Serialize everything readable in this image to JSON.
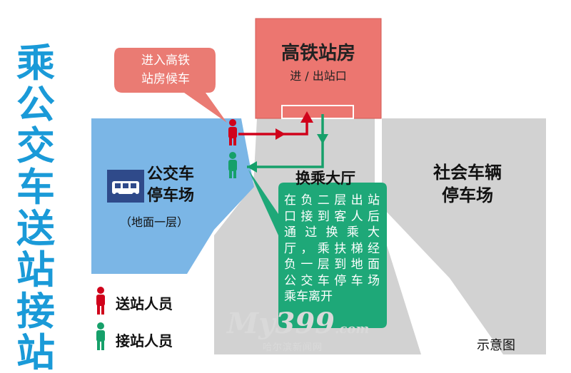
{
  "title_chars": [
    "乘",
    "公",
    "交",
    "车",
    "送",
    "站",
    "接",
    "站"
  ],
  "station": {
    "title": "高铁站房",
    "subtitle": "进 / 出站口"
  },
  "callout_top": {
    "line1": "进入高铁",
    "line2": "站房候车"
  },
  "bus": {
    "line1": "公交车",
    "line2": "停车场",
    "floor": "（地面一层）",
    "icon": "bus-icon"
  },
  "transfer_hall": "换乘大厅",
  "social": {
    "line1": "社会车辆",
    "line2": "停车场"
  },
  "green_note": [
    "在负二层出站",
    "口接到客人后",
    "通过换乘大",
    "厅，乘扶梯经",
    "负一层到地面",
    "公交车停车场",
    "乘车离开"
  ],
  "legend": [
    {
      "label": "送站人员",
      "color": "#d0021b"
    },
    {
      "label": "接站人员",
      "color": "#16a06a"
    }
  ],
  "diagram_note": "示意图",
  "watermark": {
    "text": "My399",
    "suffix": ".com",
    "sub": "哈尔滨新闻网"
  },
  "colors": {
    "title_blue": "#1a9ad8",
    "bus_area": "#7bb6e6",
    "station_red": "#ec7670",
    "bubble_red": "#ea7b73",
    "note_green": "#1ea878",
    "gray": "#d2d2d2",
    "arrow_red": "#d0021b",
    "arrow_green": "#16a06a"
  }
}
